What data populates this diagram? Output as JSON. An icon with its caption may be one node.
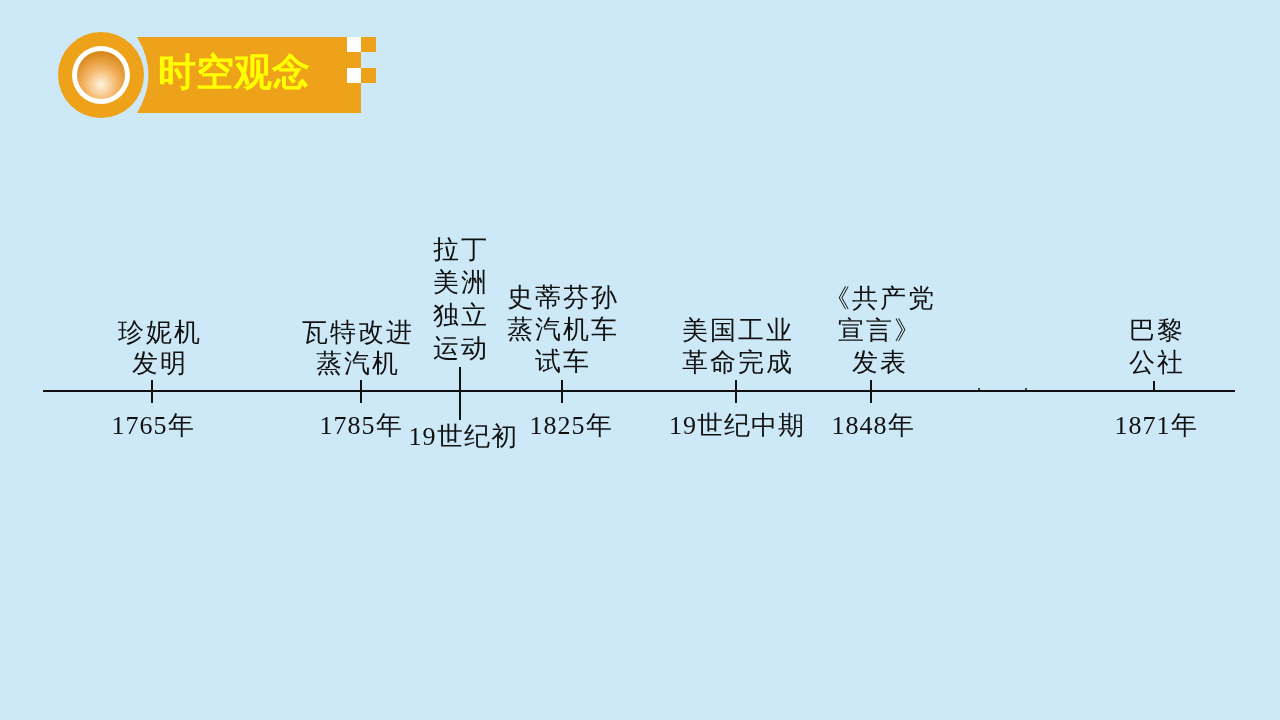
{
  "diagram": {
    "title": "时空观念",
    "labels": [
      "珍妮机发明",
      "1765年",
      "瓦特改进蒸汽机",
      "1785年",
      "拉丁美洲独立运动",
      "19世纪初",
      "史蒂芬孙蒸汽机车试车",
      "1825年",
      "美国工业革命完成",
      "19世纪中期",
      "《共产党宣言》发表",
      "1848年",
      "巴黎公社",
      "1871年"
    ]
  }
}
